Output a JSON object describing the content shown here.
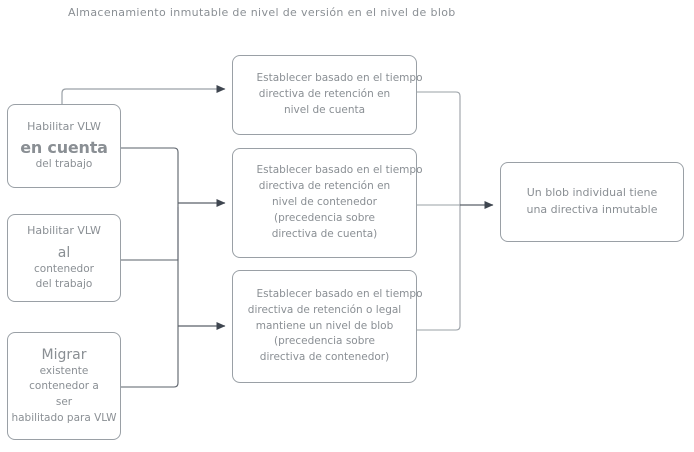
{
  "diagram": {
    "title": "Almacenamiento inmutable de nivel de versión en el nivel de blob",
    "colors": {
      "text": "#8a8f94",
      "node_border": "#9aa0a6",
      "connector": "#9aa0a6",
      "arrow": "#3f4650",
      "background": "#ffffff"
    },
    "nodes": {
      "enable_vlw_account": {
        "line1": "Habilitar VLW",
        "line2": "en cuenta",
        "line3": "del trabajo"
      },
      "enable_vlw_container": {
        "line1": "Habilitar VLW",
        "line2": "al",
        "line3": "contenedor",
        "line4": "del trabajo"
      },
      "migrate_container": {
        "line1": "Migrar",
        "line2": "existente",
        "line3": "contenedor a",
        "line4": "ser",
        "line5": "habilitado para VLW"
      },
      "account_policy": {
        "line1": "Establecer basado en el tiempo",
        "line2": "directiva de retención en",
        "line3": "nivel de cuenta"
      },
      "container_policy": {
        "line1": "Establecer basado en el tiempo",
        "line2": "directiva de retención en",
        "line3": "nivel de contenedor",
        "line4": "(precedencia sobre",
        "line5": "directiva de cuenta)"
      },
      "blob_policy": {
        "line1": "Establecer basado en el tiempo",
        "line2": "directiva de retención o legal",
        "line3": "mantiene un nivel de blob",
        "line4": "(precedencia sobre",
        "line5": "directiva de contenedor)"
      },
      "blob_immutable": {
        "line1": "Un blob individual tiene",
        "line2": "una directiva inmutable"
      }
    }
  }
}
